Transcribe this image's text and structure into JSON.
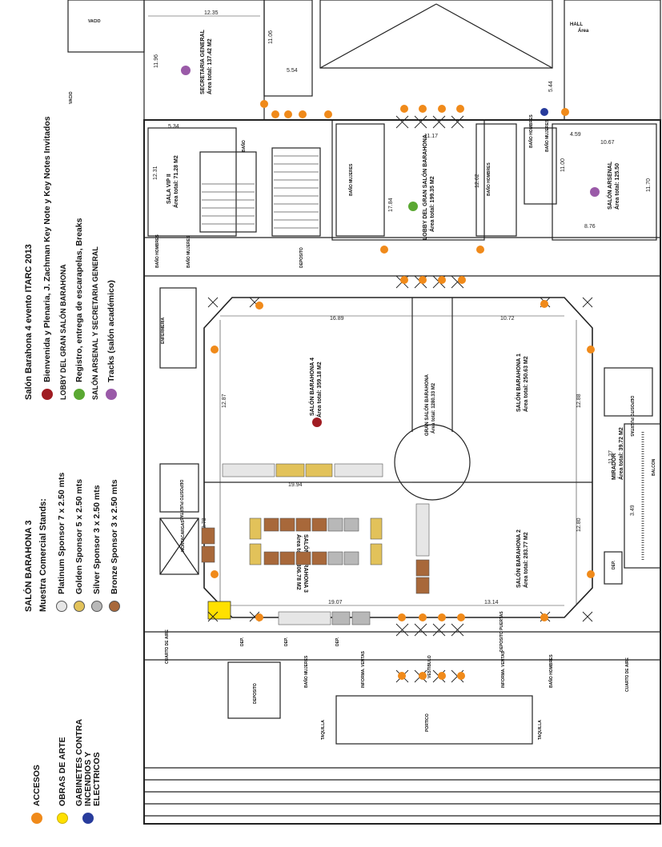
{
  "legend": {
    "salon3_title": "SALÓN BARAHONA 3",
    "stands_title": "Muestra Comercial Stands:",
    "stands": [
      {
        "label": "Platinum Sponsor 7 x 2.50 mts",
        "color": "#e6e6e6"
      },
      {
        "label": "Golden Sponsor 5 x 2.50 mts",
        "color": "#e2c25a"
      },
      {
        "label": "Silver Sponsor 3 x 2.50 mts",
        "color": "#b8b8b8"
      },
      {
        "label": "Bronze Sponsor 3 x 2.50 mts",
        "color": "#a8683a"
      }
    ],
    "event_title": "Salón Barahona 4 evento ITARC 2013",
    "event_items": [
      {
        "label": "Bienvenida y Plenaria, J. Zachman Key Note y Key Notes Invitados",
        "color": "#a01c22"
      },
      {
        "label": "LOBBY DEL GRAN SALÓN BARAHONA",
        "color": ""
      },
      {
        "label": "Registro, entrega de escarapelas, Breaks",
        "color": "#5aa832"
      },
      {
        "label": "SALÓN ARSENAL Y SECRETARIA GENERAL",
        "color": ""
      },
      {
        "label": "Tracks (salón académico)",
        "color": "#9a5aa8"
      }
    ],
    "symbols": [
      {
        "label": "ACCESOS",
        "color": "#f08a1a"
      },
      {
        "label": "OBRAS DE ARTE",
        "color": "#ffe000"
      },
      {
        "label": "GABINETES CONTRA INCENDIOS Y ELECTRICOS",
        "color": "#283c9c"
      }
    ]
  },
  "rooms": [
    {
      "id": "secretaria",
      "name": "SECRETARIA GENERAL",
      "area": "Área total: 137.42 M2"
    },
    {
      "id": "vip",
      "name": "SALA VIP II",
      "area": "Área total: 71.28 M2"
    },
    {
      "id": "lobby",
      "name": "LOBBY DEL GRAN SALÓN BARAHONA",
      "area": "Área total: 199.35 M2"
    },
    {
      "id": "arsenal",
      "name": "SALÓN ARSENAL",
      "area": "Área total: 125.50"
    },
    {
      "id": "barahona4",
      "name": "SALÓN BARAHONA 4",
      "area": "Área total: 359.18 M2"
    },
    {
      "id": "gran",
      "name": "GRAN SALÓN BARAHONA",
      "area": "Área total: 1280.33 M2"
    },
    {
      "id": "barahona1",
      "name": "SALÓN BARAHONA 1",
      "area": "Área total: 250.63 M2"
    },
    {
      "id": "barahona2",
      "name": "SALÓN BARAHONA 2",
      "area": "Área total: 283.77 M2"
    },
    {
      "id": "barahona3",
      "name": "SALÓN BARAHONA 3",
      "area": "Área total: 306.78 M2"
    },
    {
      "id": "mirador",
      "name": "MIRADOR",
      "area": "Área total: 39.72 M2"
    }
  ],
  "labels": {
    "vacio1": "VACIO",
    "vacio2": "VACIO",
    "hall": "HALL",
    "area": "Área",
    "bano_mujeres": "BAÑO MUJERES",
    "bano_hombres": "BAÑO HOMBRES",
    "bano_mujeres2": "BAÑO MUJERES",
    "bano_hombres2": "BAÑO HOMBRES",
    "bano": "BAÑO",
    "deposito1": "DEPOSITO",
    "deposito2": "DEPOSITO",
    "enfermeria": "ENFERMERIA",
    "deposito_puertas1": "DEPOSITO PUERTAS",
    "deposito_puertas2": "DEPOSITO PUERTAS",
    "deposito_puertas3": "DEPOSITO PUERTAS",
    "montacargas": "MONTACARGAS",
    "cuarto_aire1": "CUARTO DE AIRE",
    "cuarto_aire2": "CUARTO DE AIRE",
    "dep1": "DEP.",
    "dep2": "DEP.",
    "dep3": "DEP.",
    "dep4": "DEP.",
    "vestibulo": "VESTIBULO",
    "portico": "PORTICO",
    "taquilla1": "TAQUILLA",
    "taquilla2": "TAQUILLA",
    "informa1": "INFORMA. VENTAS",
    "informa2": "INFORMA. VENTAS",
    "balcon": "BALCON",
    "bano_h_top": "BAÑO HOMBRES",
    "bano_m_top": "BAÑO MUJERES",
    "bano_m_left": "BAÑO MUJERES",
    "bano_h_left": "BAÑO HOMBRES"
  },
  "dims": {
    "d1235": "12.35",
    "d1106": "11.06",
    "d1196": "11.96",
    "d554": "5.54",
    "d534": "5.34",
    "d544": "5.44",
    "d1117": "11.17",
    "d459": "4.59",
    "d1067": "10.67",
    "d1231": "12.31",
    "d1784": "17.84",
    "d1262": "12.62",
    "d1100": "11.00",
    "d1170": "11.70",
    "d876": "8.76",
    "d1689": "16.89",
    "d1072": "10.72",
    "d1287": "12.87",
    "d1288": "12.88",
    "d1994": "19.94",
    "d1137": "11.37",
    "d349": "3.49",
    "d1278": "12.78",
    "d1280": "12.80",
    "d1907": "19.07",
    "d1314": "13.14"
  }
}
